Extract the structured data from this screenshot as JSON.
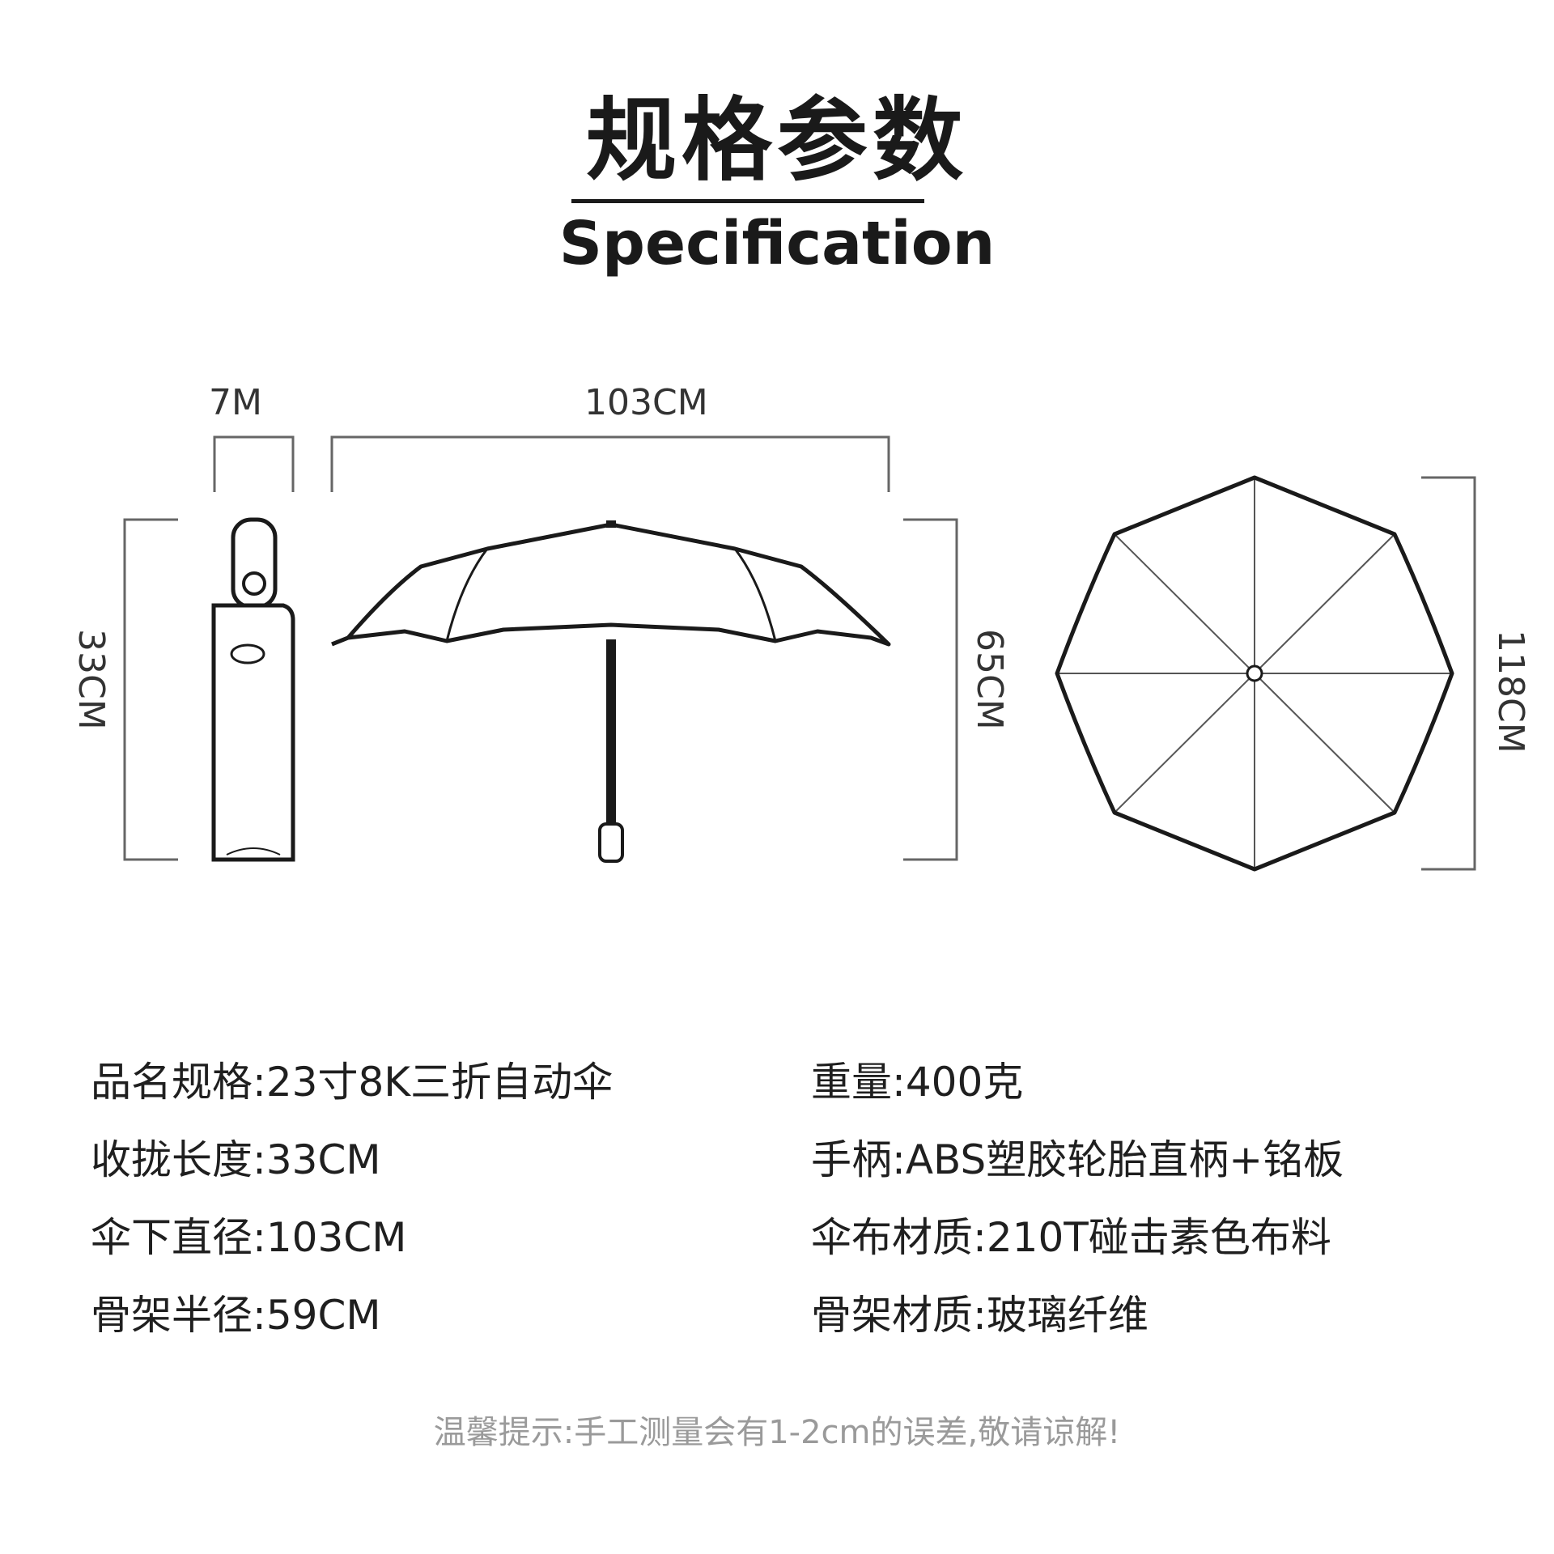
{
  "header": {
    "title_cn": "规格参数",
    "title_en": "Specification"
  },
  "dimensions": {
    "closed_width": "7M",
    "canopy_width": "103CM",
    "closed_length": "33CM",
    "open_height": "65CM",
    "top_diameter": "118CM"
  },
  "specs": {
    "left": [
      "品名规格:23寸8K三折自动伞",
      "收拢长度:33CM",
      "伞下直径:103CM",
      "骨架半径:59CM"
    ],
    "right": [
      "重量:400克",
      "手柄:ABS塑胶轮胎直柄+铭板",
      "伞布材质:210T碰击素色布料",
      "骨架材质:玻璃纤维"
    ]
  },
  "note": "温馨提示:手工测量会有1-2cm的误差,敬请谅解!",
  "colors": {
    "line": "#1a1a1a",
    "guide": "#555555",
    "note": "#9a9a9a"
  }
}
